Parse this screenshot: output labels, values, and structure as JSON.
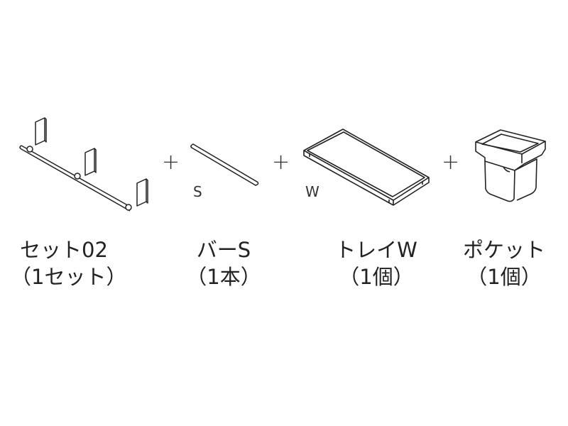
{
  "items": [
    {
      "id": "set02",
      "name": "セット02",
      "qty": "（1セット）",
      "tag": ""
    },
    {
      "id": "bar-s",
      "name": "バーS",
      "qty": "（1本）",
      "tag": "S"
    },
    {
      "id": "tray-w",
      "name": "トレイW",
      "qty": "（1個）",
      "tag": "W"
    },
    {
      "id": "pocket",
      "name": "ポケット",
      "qty": "（1個）",
      "tag": ""
    }
  ],
  "plus_sign": "+",
  "colors": {
    "line": "#222222",
    "text": "#222222"
  }
}
